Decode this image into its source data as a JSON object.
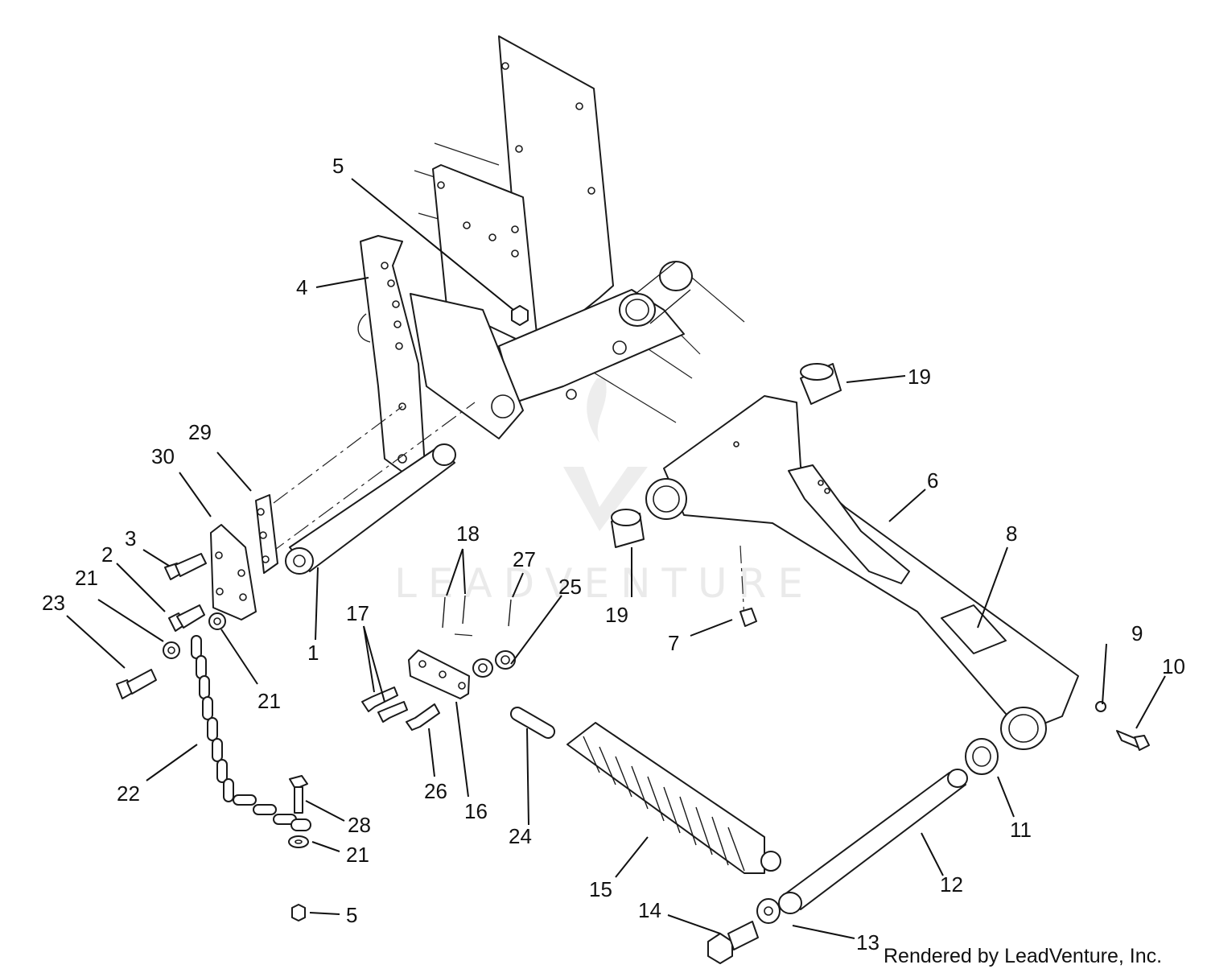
{
  "callouts": [
    {
      "label": "1"
    },
    {
      "label": "2"
    },
    {
      "label": "3"
    },
    {
      "label": "4"
    },
    {
      "label": "5"
    },
    {
      "label": "5"
    },
    {
      "label": "6"
    },
    {
      "label": "7"
    },
    {
      "label": "8"
    },
    {
      "label": "9"
    },
    {
      "label": "10"
    },
    {
      "label": "11"
    },
    {
      "label": "12"
    },
    {
      "label": "13"
    },
    {
      "label": "14"
    },
    {
      "label": "15"
    },
    {
      "label": "16"
    },
    {
      "label": "17"
    },
    {
      "label": "18"
    },
    {
      "label": "19"
    },
    {
      "label": "19"
    },
    {
      "label": "21"
    },
    {
      "label": "21"
    },
    {
      "label": "21"
    },
    {
      "label": "22"
    },
    {
      "label": "23"
    },
    {
      "label": "24"
    },
    {
      "label": "25"
    },
    {
      "label": "26"
    },
    {
      "label": "27"
    },
    {
      "label": "28"
    },
    {
      "label": "29"
    },
    {
      "label": "30"
    }
  ],
  "credit": "Rendered by LeadVenture, Inc.",
  "watermark": "LEADVENTURE",
  "colors": {
    "line": "#1a1a1a",
    "paper": "#ffffff",
    "watermark": "#d9d9d9"
  }
}
